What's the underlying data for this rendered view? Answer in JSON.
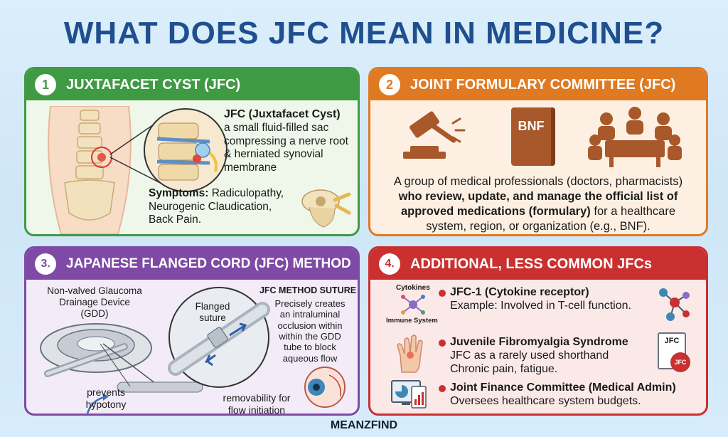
{
  "title": "WHAT DOES JFC MEAN IN MEDICINE?",
  "footer": "MEANZFIND",
  "card1": {
    "number": "1",
    "heading": "JUXTAFACET CYST (JFC)",
    "term": "JFC (Juxtafacet Cyst)",
    "description": [
      "a small fluid-filled sac",
      "compressing a nerve root",
      "& herniated synovial",
      "membrane"
    ],
    "symptoms_label": "Symptoms:",
    "symptoms": [
      " Radiculopathy,",
      "Neurogenic Claudication,",
      "Back Pain."
    ]
  },
  "card2": {
    "number": "2",
    "heading": "JOINT FORMULARY COMMITTEE (JFC)",
    "book_label": "BNF",
    "description_line1": "A group of medical professionals (doctors, pharmacists)",
    "description_bold": [
      "who review, update, and manage the official list of",
      "approved medications (formulary)"
    ],
    "description_rest": [
      " for a healthcare",
      "system, region, or organization (e.g., BNF)."
    ]
  },
  "card3": {
    "number": "3.",
    "heading": "JAPANESE FLANGED CORD (JFC) METHOD",
    "device_label": [
      "Non-valved Glaucoma",
      "Drainage Device (GDD)"
    ],
    "flanged_label": [
      "Flanged",
      "suture"
    ],
    "method_heading": "JFC METHOD SUTURE",
    "method_text": [
      "Precisely creates",
      "an intraluminal",
      "occlusion within",
      "within the GDD",
      "tube to block",
      "aqueous flow"
    ],
    "prevents_label": [
      "prevents",
      "hypotony"
    ],
    "removability_label": [
      "removability for",
      "flow initiation"
    ]
  },
  "card4": {
    "number": "4.",
    "heading": "ADDITIONAL, LESS COMMON JFCs",
    "cytokines_label": "Cytokines",
    "immune_label": "Immune System",
    "doc_label": "JFC",
    "doc_badge": "JFC",
    "items": [
      {
        "title": "JFC-1 (Cytokine receptor)",
        "text": [
          "Example: Involved in T-cell function."
        ]
      },
      {
        "title": "Juvenile Fibromyalgia Syndrome",
        "text": [
          "JFC as a rarely used shorthand",
          "Chronic pain, fatigue."
        ]
      },
      {
        "title": "Joint Finance Committee (Medical Admin)",
        "text": [
          "Oversees healthcare system budgets."
        ]
      }
    ]
  },
  "colors": {
    "title": "#1f4f8f",
    "green": "#3f9a44",
    "orange": "#e07a22",
    "purple": "#7e4aa5",
    "red": "#c9302f"
  }
}
